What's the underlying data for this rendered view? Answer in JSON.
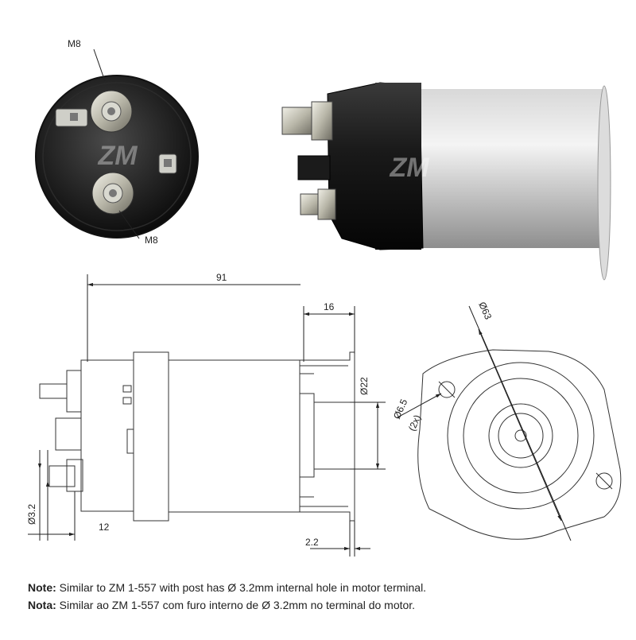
{
  "labels": {
    "thread_top": "M8",
    "thread_bottom": "M8",
    "overall_length": "91",
    "flange_depth": "16",
    "bore_diameter": "Ø22",
    "hole_diameter": "Ø6.5",
    "hole_count": "(2x)",
    "bolt_circle": "Ø63",
    "terminal_diameter": "Ø3.2",
    "terminal_offset": "12",
    "flange_thickness": "2.2"
  },
  "watermark": "ZM",
  "notes": [
    {
      "label": "Note:",
      "text": " Similar to ZM 1-557 with post has Ø 3.2mm internal hole in motor terminal."
    },
    {
      "label": "Nota:",
      "text": " Similar ao ZM 1-557 com furo interno de Ø 3.2mm no terminal do motor."
    }
  ]
}
